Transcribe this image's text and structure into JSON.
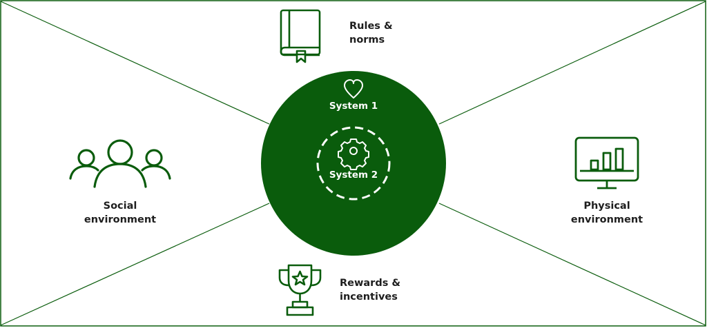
{
  "colors": {
    "green": "#0a5c0c",
    "text": "#1e1e1e",
    "white": "#ffffff"
  },
  "top": {
    "line1": "Rules &",
    "line2": "norms",
    "icon": "book-icon"
  },
  "left": {
    "line1": "Social",
    "line2": "environment",
    "icon": "people-group-icon"
  },
  "right": {
    "line1": "Physical",
    "line2": "environment",
    "icon": "monitor-chart-icon"
  },
  "bottom": {
    "line1": "Rewards &",
    "line2": "incentives",
    "icon": "trophy-icon"
  },
  "center": {
    "system1": "System 1",
    "system1_icon": "heart-icon",
    "system2": "System 2",
    "system2_icon": "gear-icon"
  }
}
